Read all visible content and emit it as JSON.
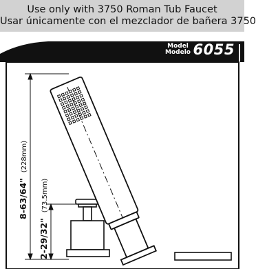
{
  "banner": {
    "line1": "Use only with 3750 Roman Tub Faucet",
    "line2": "Usar únicamente con el mezclador de bañera 3750"
  },
  "model": {
    "label_en": "Model",
    "label_es": "Modelo",
    "number": "6055"
  },
  "dimensions": {
    "total_height": "8-63/64\"",
    "total_height_mm": "(228mm)",
    "base_height": "2-29/32\"",
    "base_height_mm": "(73.5mm)"
  },
  "colors": {
    "banner_bg": "#d2d2d2",
    "model_bar": "#111111",
    "line": "#111111"
  }
}
